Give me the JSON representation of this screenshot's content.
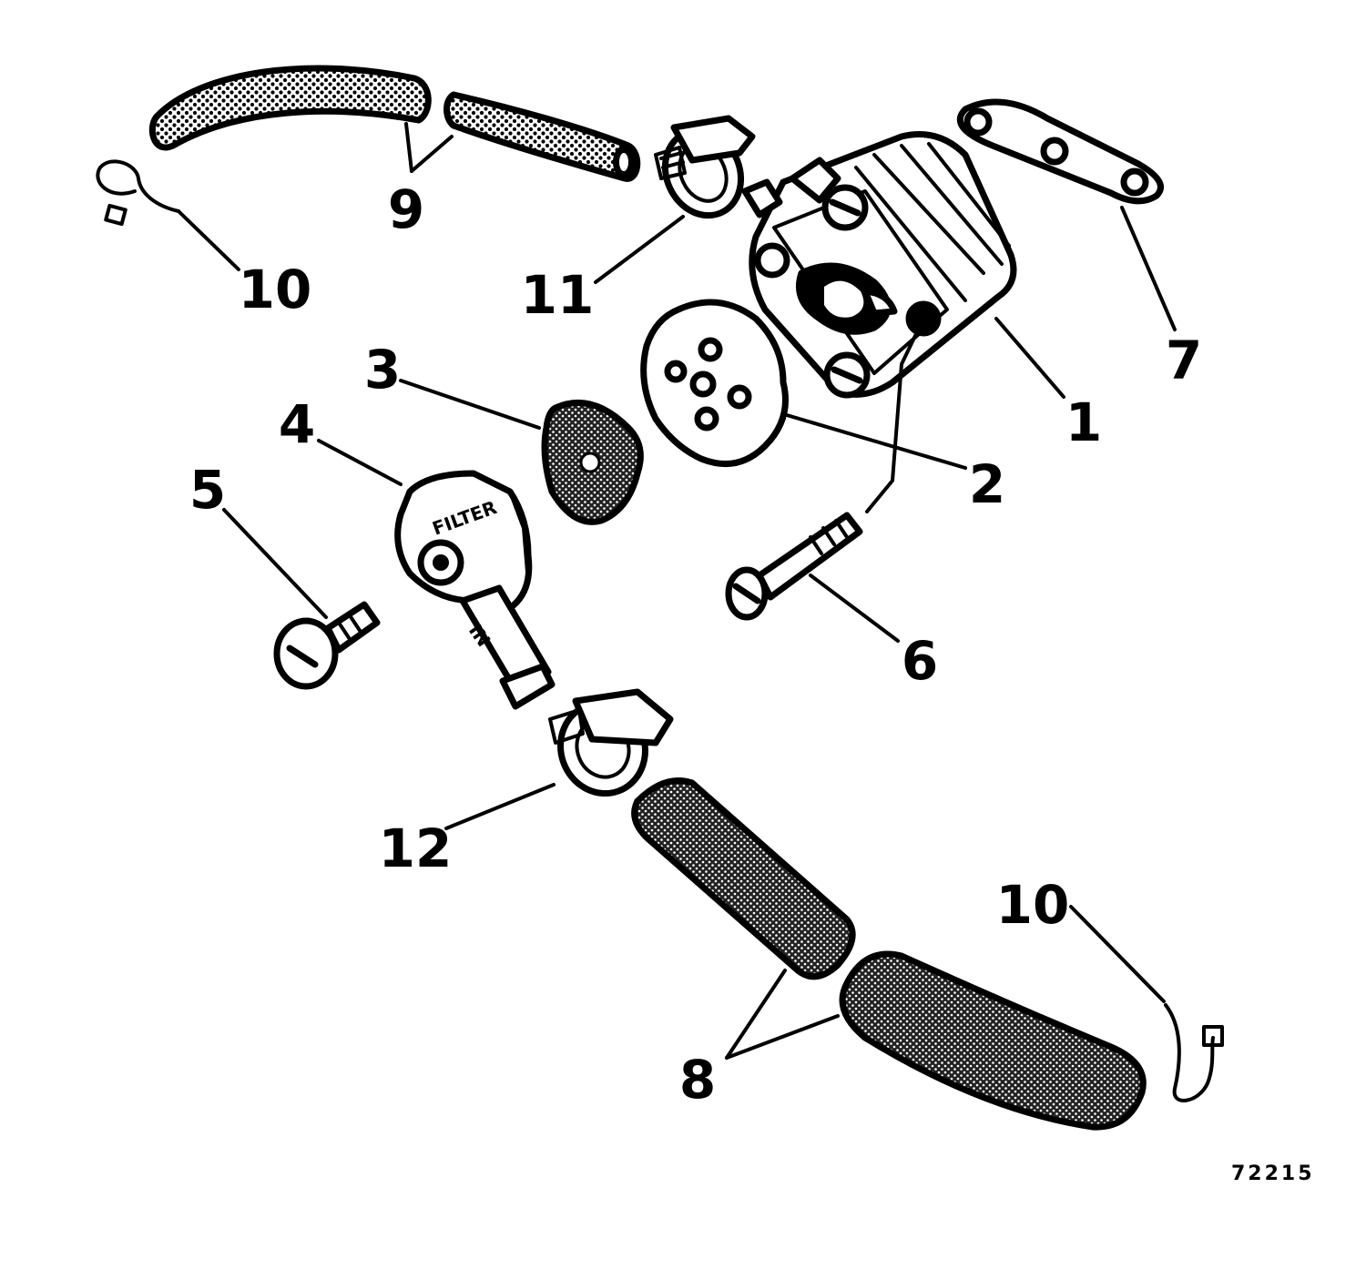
{
  "diagram": {
    "figure_number": "72215",
    "callouts": {
      "c1": "1",
      "c2": "2",
      "c3": "3",
      "c4": "4",
      "c5": "5",
      "c6": "6",
      "c7": "7",
      "c8": "8",
      "c9": "9",
      "c10a": "10",
      "c10b": "10",
      "c11": "11",
      "c12": "12"
    },
    "filter_text": "FILTER",
    "in_text": "IN"
  }
}
